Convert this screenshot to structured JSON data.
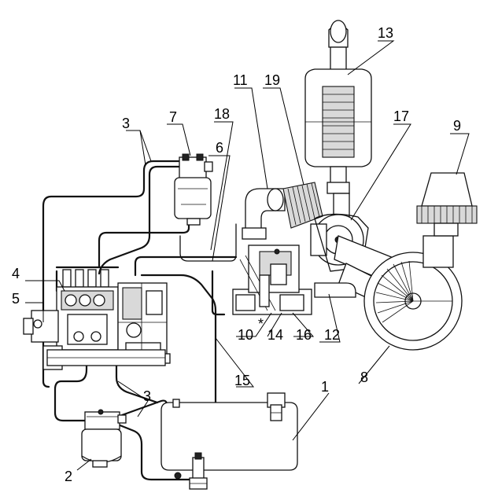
{
  "callouts": [
    {
      "id": "c1",
      "text": "1"
    },
    {
      "id": "c2",
      "text": "2"
    },
    {
      "id": "c3a",
      "text": "3"
    },
    {
      "id": "c3b",
      "text": "3"
    },
    {
      "id": "c4",
      "text": "4"
    },
    {
      "id": "c5",
      "text": "5"
    },
    {
      "id": "c6",
      "text": "6"
    },
    {
      "id": "c7",
      "text": "7"
    },
    {
      "id": "c8",
      "text": "8"
    },
    {
      "id": "c9",
      "text": "9"
    },
    {
      "id": "c10",
      "text": "10"
    },
    {
      "id": "c11",
      "text": "11"
    },
    {
      "id": "c12",
      "text": "12"
    },
    {
      "id": "c13",
      "text": "13"
    },
    {
      "id": "c14",
      "text": "14"
    },
    {
      "id": "c15",
      "text": "15"
    },
    {
      "id": "c16",
      "text": "16"
    },
    {
      "id": "c17",
      "text": "17"
    },
    {
      "id": "c18",
      "text": "18"
    },
    {
      "id": "c19",
      "text": "19"
    }
  ],
  "marks": {
    "asterisk": "*"
  }
}
